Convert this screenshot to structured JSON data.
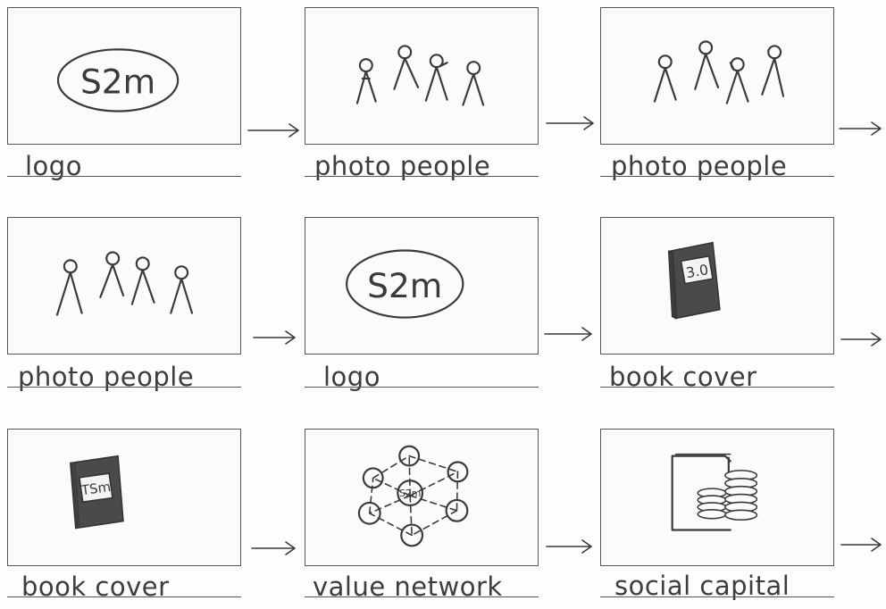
{
  "panels": [
    {
      "caption": "logo",
      "logo_text": "S2m"
    },
    {
      "caption": "photo people"
    },
    {
      "caption": "photo people"
    },
    {
      "caption": "photo people"
    },
    {
      "caption": "logo",
      "logo_text": "S2m"
    },
    {
      "caption": "book cover",
      "book_text": "3.0"
    },
    {
      "caption": "book cover",
      "book_text": "TSm"
    },
    {
      "caption": "value network",
      "hub_text": "S2m"
    },
    {
      "caption": "social capital"
    }
  ]
}
